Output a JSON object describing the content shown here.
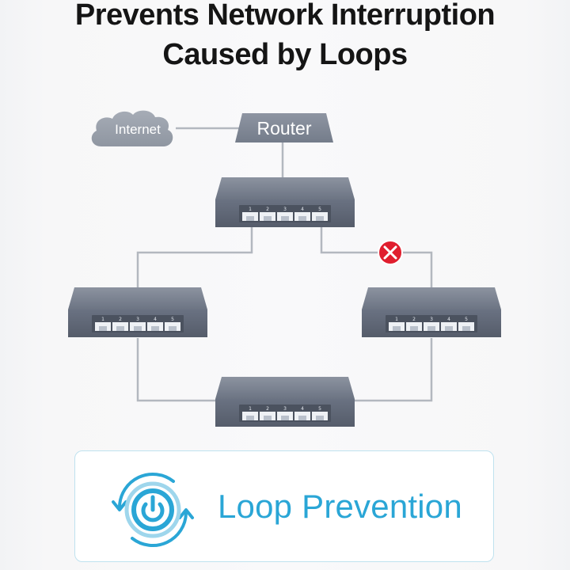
{
  "headline": {
    "line1": "Prevents Network Interruption",
    "line2": "Caused by Loops"
  },
  "diagram": {
    "internet_label": "Internet",
    "router_label": "Router",
    "switches": [
      {
        "id": "top",
        "ports": [
          "1",
          "2",
          "3",
          "4",
          "5"
        ]
      },
      {
        "id": "left",
        "ports": [
          "1",
          "2",
          "3",
          "4",
          "5"
        ]
      },
      {
        "id": "right",
        "ports": [
          "1",
          "2",
          "3",
          "4",
          "5"
        ]
      },
      {
        "id": "bottom",
        "ports": [
          "1",
          "2",
          "3",
          "4",
          "5"
        ]
      }
    ],
    "blocked_link": "top-right",
    "colors": {
      "switch_body": "#6f7787",
      "cable": "#b3b8bf",
      "blocked_marker": "#e01e2e",
      "cloud": "#9aa0ab"
    }
  },
  "feature": {
    "label": "Loop Prevention",
    "icon": "loop-power-icon",
    "accent": "#2aa6d6"
  }
}
